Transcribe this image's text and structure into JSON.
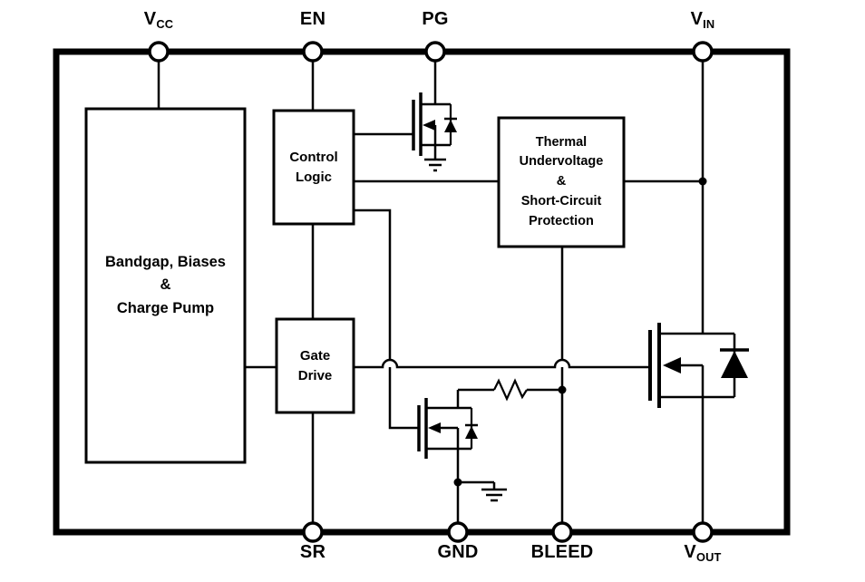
{
  "pins": {
    "top": [
      {
        "id": "vcc",
        "base": "V",
        "sub": "CC"
      },
      {
        "id": "en",
        "base": "EN",
        "sub": ""
      },
      {
        "id": "pg",
        "base": "PG",
        "sub": ""
      },
      {
        "id": "vin",
        "base": "V",
        "sub": "IN"
      }
    ],
    "bottom": [
      {
        "id": "sr",
        "base": "SR",
        "sub": ""
      },
      {
        "id": "gnd",
        "base": "GND",
        "sub": ""
      },
      {
        "id": "bleed",
        "base": "BLEED",
        "sub": ""
      },
      {
        "id": "vout",
        "base": "V",
        "sub": "OUT"
      }
    ]
  },
  "blocks": [
    {
      "id": "bandgap",
      "label": "Bandgap, Biases\n&\nCharge Pump"
    },
    {
      "id": "control-logic",
      "label": "Control\nLogic"
    },
    {
      "id": "protection",
      "label": "Thermal\nUndervoltage\n&\nShort-Circuit\nProtection"
    },
    {
      "id": "gate-drive",
      "label": "Gate\nDrive"
    }
  ],
  "colors": {
    "line": "#000000",
    "background": "#ffffff"
  }
}
